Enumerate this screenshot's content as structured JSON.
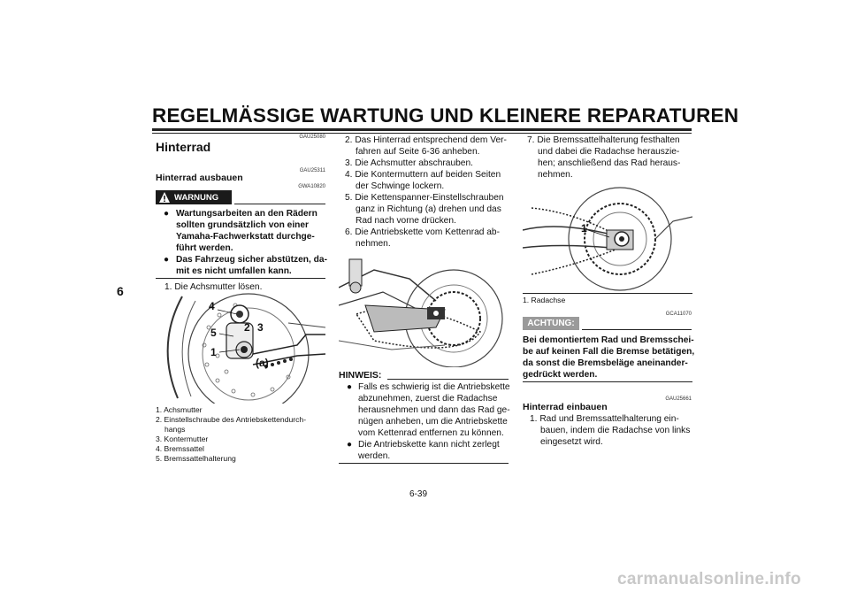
{
  "header": {
    "title": "REGELMÄSSIGE WARTUNG UND KLEINERE REPARATUREN",
    "chapter_tab": "6"
  },
  "left": {
    "code1": "GAU25080",
    "section_title": "Hinterrad",
    "code2": "GAU25311",
    "subsection_title": "Hinterrad ausbauen",
    "code3": "GWA10820",
    "warning_label": "WARNUNG",
    "warning_items": [
      {
        "l1": "Wartungsarbeiten an den Rädern",
        "l2": "sollten grundsätzlich von einer",
        "l3": "Yamaha-Fachwerkstatt durchge-",
        "l4": "führt werden."
      },
      {
        "l1": "Das Fahrzeug sicher abstützen, da-",
        "l2": "mit es nicht umfallen kann."
      }
    ],
    "step1": "1. Die Achsmutter lösen.",
    "figure_labels": [
      "4",
      "5",
      "2",
      "3",
      "1",
      "(a)"
    ],
    "captions": [
      "1. Achsmutter",
      "2. Einstellschraube des Antriebskettendurch-",
      "hangs",
      "3. Kontermutter",
      "4. Bremssattel",
      "5. Bremssattelhalterung"
    ]
  },
  "middle": {
    "steps": [
      "2.  Das Hinterrad entsprechend dem Ver-",
      "fahren auf Seite 6-36 anheben.",
      "3.  Die Achsmutter abschrauben.",
      "4.  Die Kontermuttern auf beiden Seiten",
      "der Schwinge lockern.",
      "5.  Die Kettenspanner-Einstellschrauben",
      "ganz in Richtung (a) drehen und das",
      "Rad nach vorne drücken.",
      "6.  Die Antriebskette vom Kettenrad ab-",
      "nehmen."
    ],
    "hinweis_label": "HINWEIS:",
    "hinweis_items": [
      [
        "Falls es schwierig ist die Antriebskette",
        "abzunehmen, zuerst die Radachse",
        "herausnehmen und dann das Rad ge-",
        "nügen anheben, um die Antriebskette",
        "vom Kettenrad entfernen zu können."
      ],
      [
        "Die Antriebskette kann nicht zerlegt",
        "werden."
      ]
    ]
  },
  "right": {
    "step7": [
      "7.  Die Bremssattelhalterung festhalten",
      "und dabei die Radachse herauszie-",
      "hen; anschließend das Rad heraus-",
      "nehmen."
    ],
    "figure_label": "1",
    "caption": "1. Radachse",
    "code1": "GCA11070",
    "notice_label": "ACHTUNG:",
    "notice_lines": [
      "Bei demontiertem Rad und Bremsschei-",
      "be auf keinen Fall die Bremse betätigen,",
      "da sonst die Bremsbeläge aneinander-",
      "gedrückt werden."
    ],
    "code2": "GAU25661",
    "subsection_title": "Hinterrad einbauen",
    "install_steps": [
      "1.  Rad und Bremssattelhalterung ein-",
      "bauen, indem die Radachse von links",
      "eingesetzt wird."
    ]
  },
  "footer": {
    "page_number": "6-39",
    "watermark": "carmanualsonline.info"
  }
}
